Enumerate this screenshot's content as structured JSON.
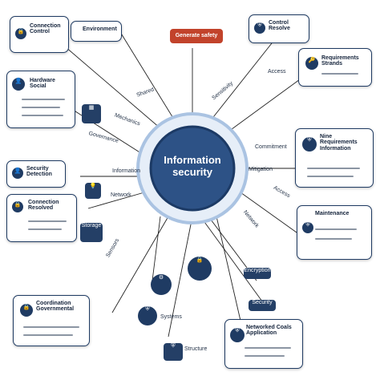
{
  "hub": {
    "title_line1": "Information",
    "title_line2": "security"
  },
  "center_tag": "Generate safety",
  "colors": {
    "navy": "#1f3b63",
    "accent_red": "#c2432b",
    "hub_ring": "#cfe0f2",
    "line": "#8b95a3"
  },
  "nodes": {
    "top_left": {
      "title": "Connection Control",
      "icon": "lock-icon"
    },
    "top_middle": {
      "title": "Environment"
    },
    "top_right": {
      "title": "Control Resolve",
      "icon": "shield-icon"
    },
    "left_upper": {
      "title": "Hardware Social",
      "icon": "user-icon"
    },
    "left_middle": {
      "title": "Security Detection",
      "icon": "user-icon"
    },
    "left_lower": {
      "title": "Connection Resolved",
      "icon": "lock-icon"
    },
    "right_upper_1": {
      "title": "Requirements Strands",
      "icon": "key-icon"
    },
    "right_upper_2": {
      "title": "Nine Requirements Information",
      "icon": "shield-icon"
    },
    "right_middle": {
      "title": "Maintenance",
      "icon": "shield-icon"
    },
    "bottom_left": {
      "title": "Coordination Governmental",
      "icon": "lock-icon"
    },
    "bottom_right": {
      "title": "Networked Coals Application",
      "icon": "shield-icon"
    }
  },
  "connector_labels": {
    "l1": "Shared",
    "l2": "Mechanics",
    "l3": "Governance",
    "l4": "Sensitivity",
    "l5": "Commitment",
    "l6": "Access",
    "l7": "Information",
    "l8": "Network",
    "l9": "Mitigation",
    "l10": "Systems",
    "l11": "Structure",
    "l12": "Sensors",
    "l13": "Network",
    "l14": "Access"
  },
  "mini_badges": {
    "b1": "Encryption",
    "b2": "Security",
    "b3": "Storage"
  }
}
